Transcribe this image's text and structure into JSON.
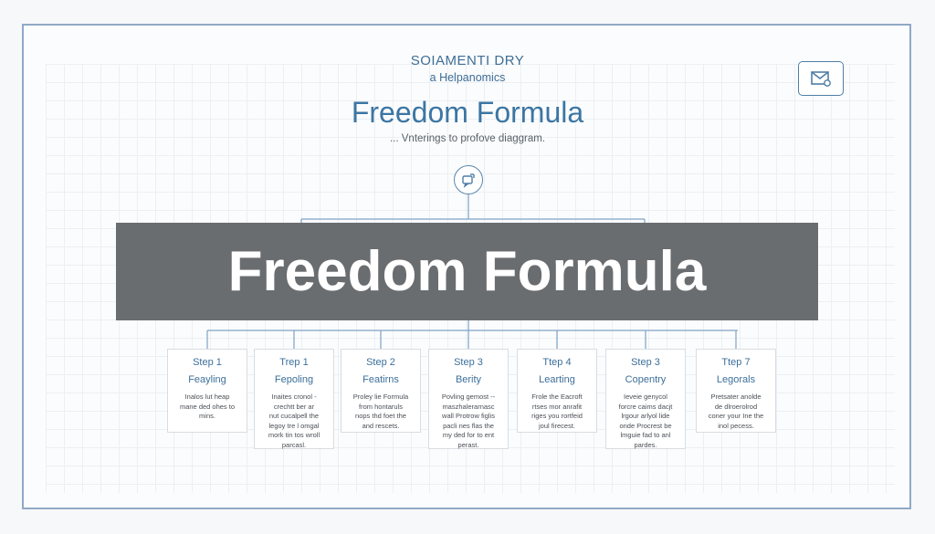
{
  "header": {
    "brand": "SOIAMENTI DRY",
    "subtitle": "a Helpanomics",
    "title": "Freedom Formula",
    "tagline": "... Vnterings to profove diaggram."
  },
  "banner": {
    "text": "Freedom Formula"
  },
  "icons": {
    "corner": "mail-icon",
    "hub": "chat-icon"
  },
  "colors": {
    "frame": "#8fa9c6",
    "accent": "#3c76a3",
    "banner": "#6a6d70",
    "connector": "#7fa3c6"
  },
  "steps": [
    {
      "num": "Step 1",
      "title": "Feayling",
      "desc": "Inalos lut heap\nmane ded ohes to\nmins."
    },
    {
      "num": "Trep 1",
      "title": "Fepoling",
      "desc": "Inaites cronol -\ncrechtt ber ar\nnut cucalpell the\nlegoy tre l omgal\nmork tin tos wroll\nparcasl."
    },
    {
      "num": "Step 2",
      "title": "Featirns",
      "desc": "Proley lie Formula\nfrom hontaruls\nnops thd foet the\nand rescets."
    },
    {
      "num": "Step 3",
      "title": "Berity",
      "desc": "Povling gemost --\nmaszhalerarnasc\nwall Protrow figlis\npacli nes flas the\nmy ded for to ent\nperast."
    },
    {
      "num": "Ttep 4",
      "title": "Learting",
      "desc": "Frole the Eacroft\nrtses mor anrafit\nriges you rortfeid\njoul firecest."
    },
    {
      "num": "Step 3",
      "title": "Copentry",
      "desc": "Ieveie genycol\nforcre caims dacjt\nlrgour arlyol lide\nonde Procrest be\nlmguie fad to anl\npardes."
    },
    {
      "num": "Ttep 7",
      "title": "Legorals",
      "desc": "Pretsater anolde\nde dlroerolrod\nconer your Ine the\ninol pecess."
    }
  ]
}
